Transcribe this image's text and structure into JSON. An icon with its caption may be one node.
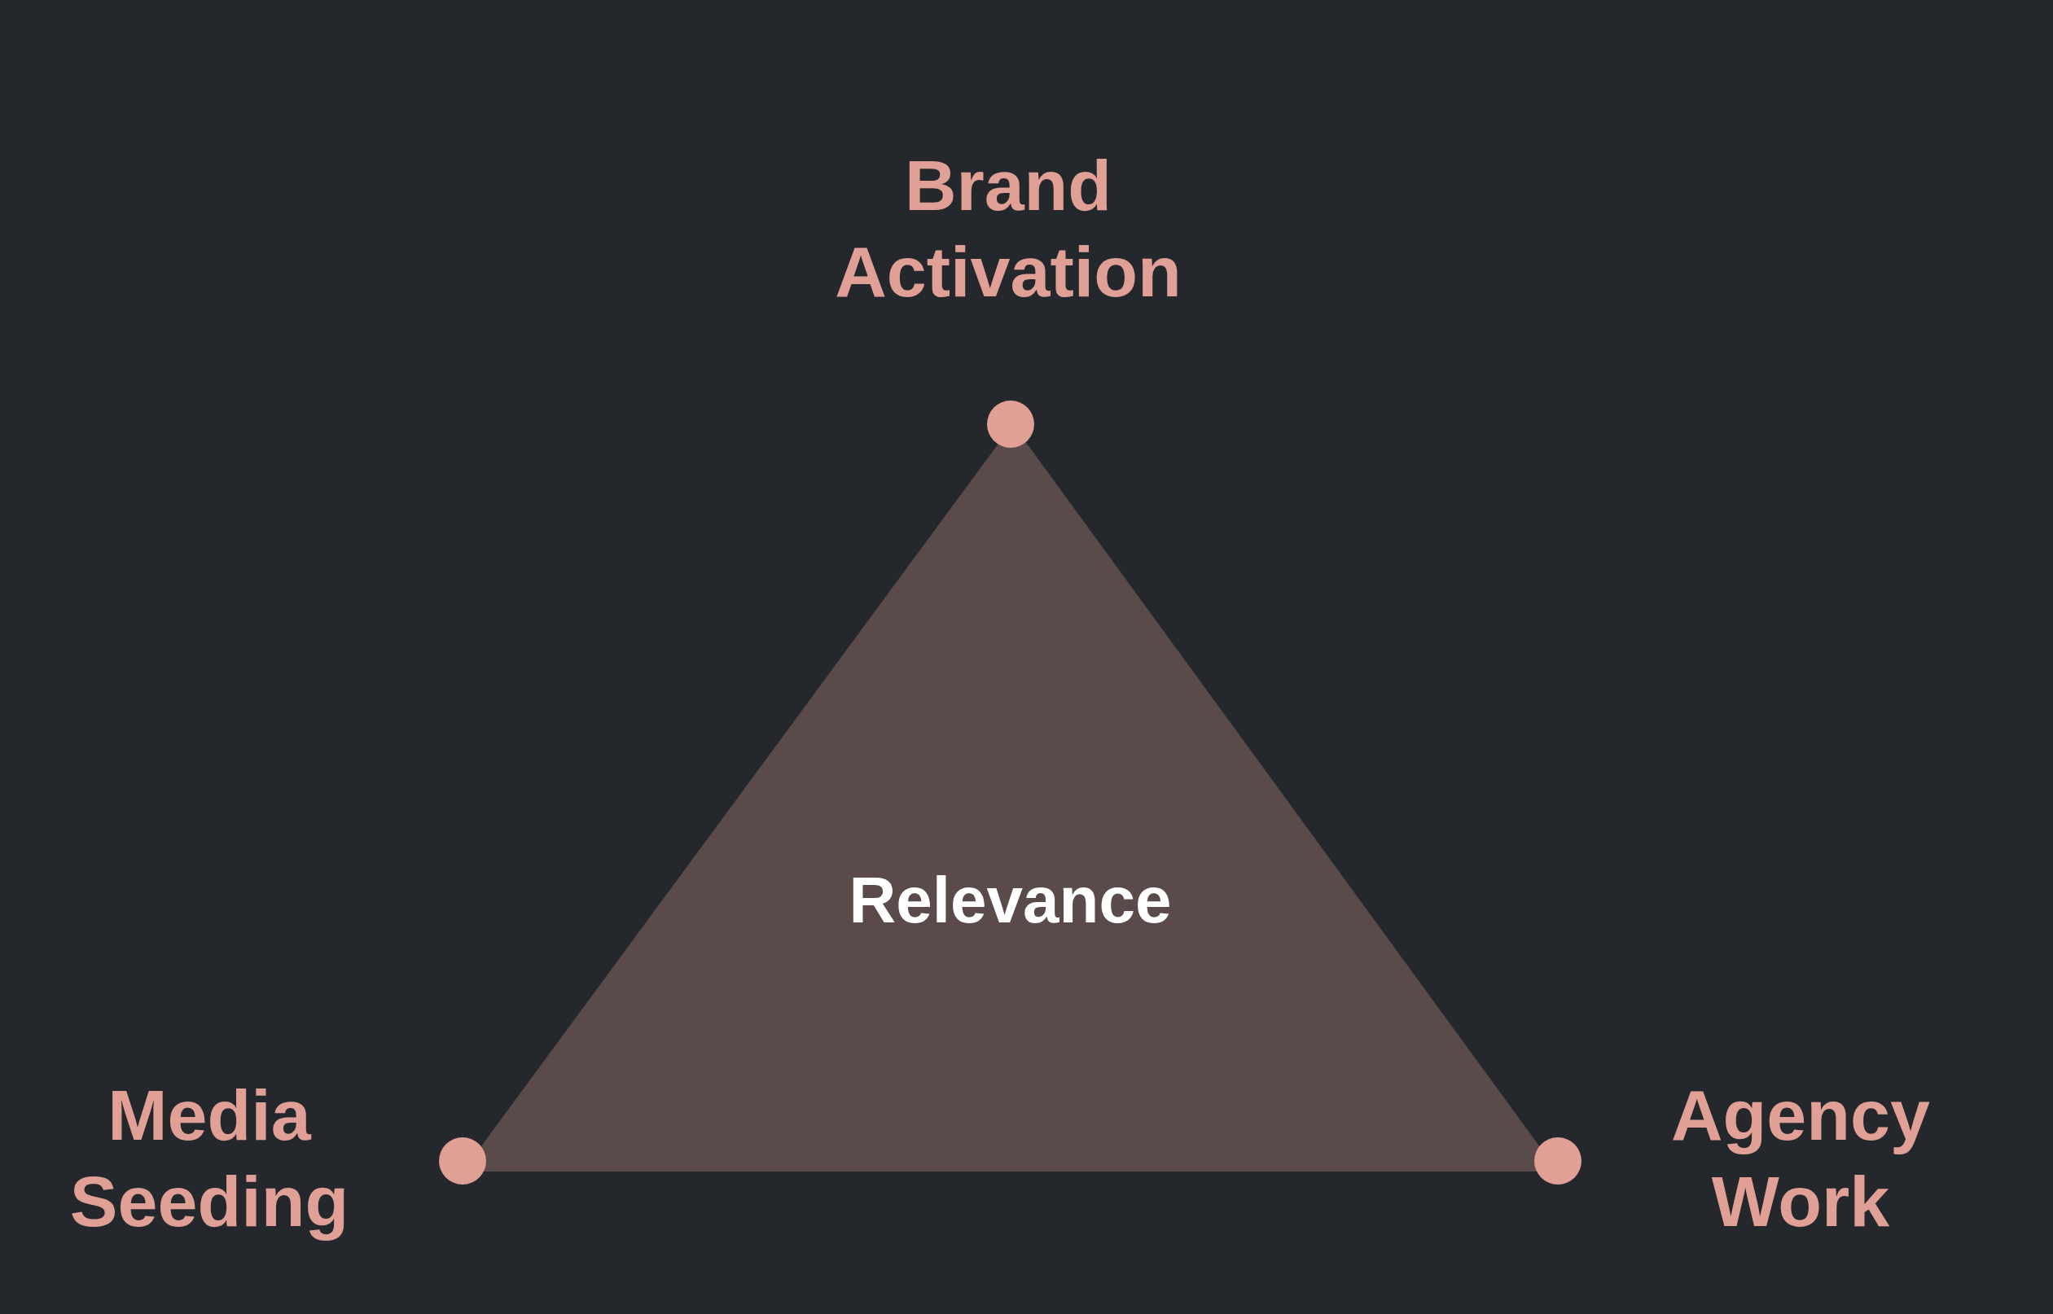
{
  "diagram": {
    "nodes": [
      {
        "text": [
          "Relevance"
        ]
      }
    ],
    "labels": [
      "Brand Activation",
      "Media Seeding",
      "Agency Work"
    ]
  }
}
